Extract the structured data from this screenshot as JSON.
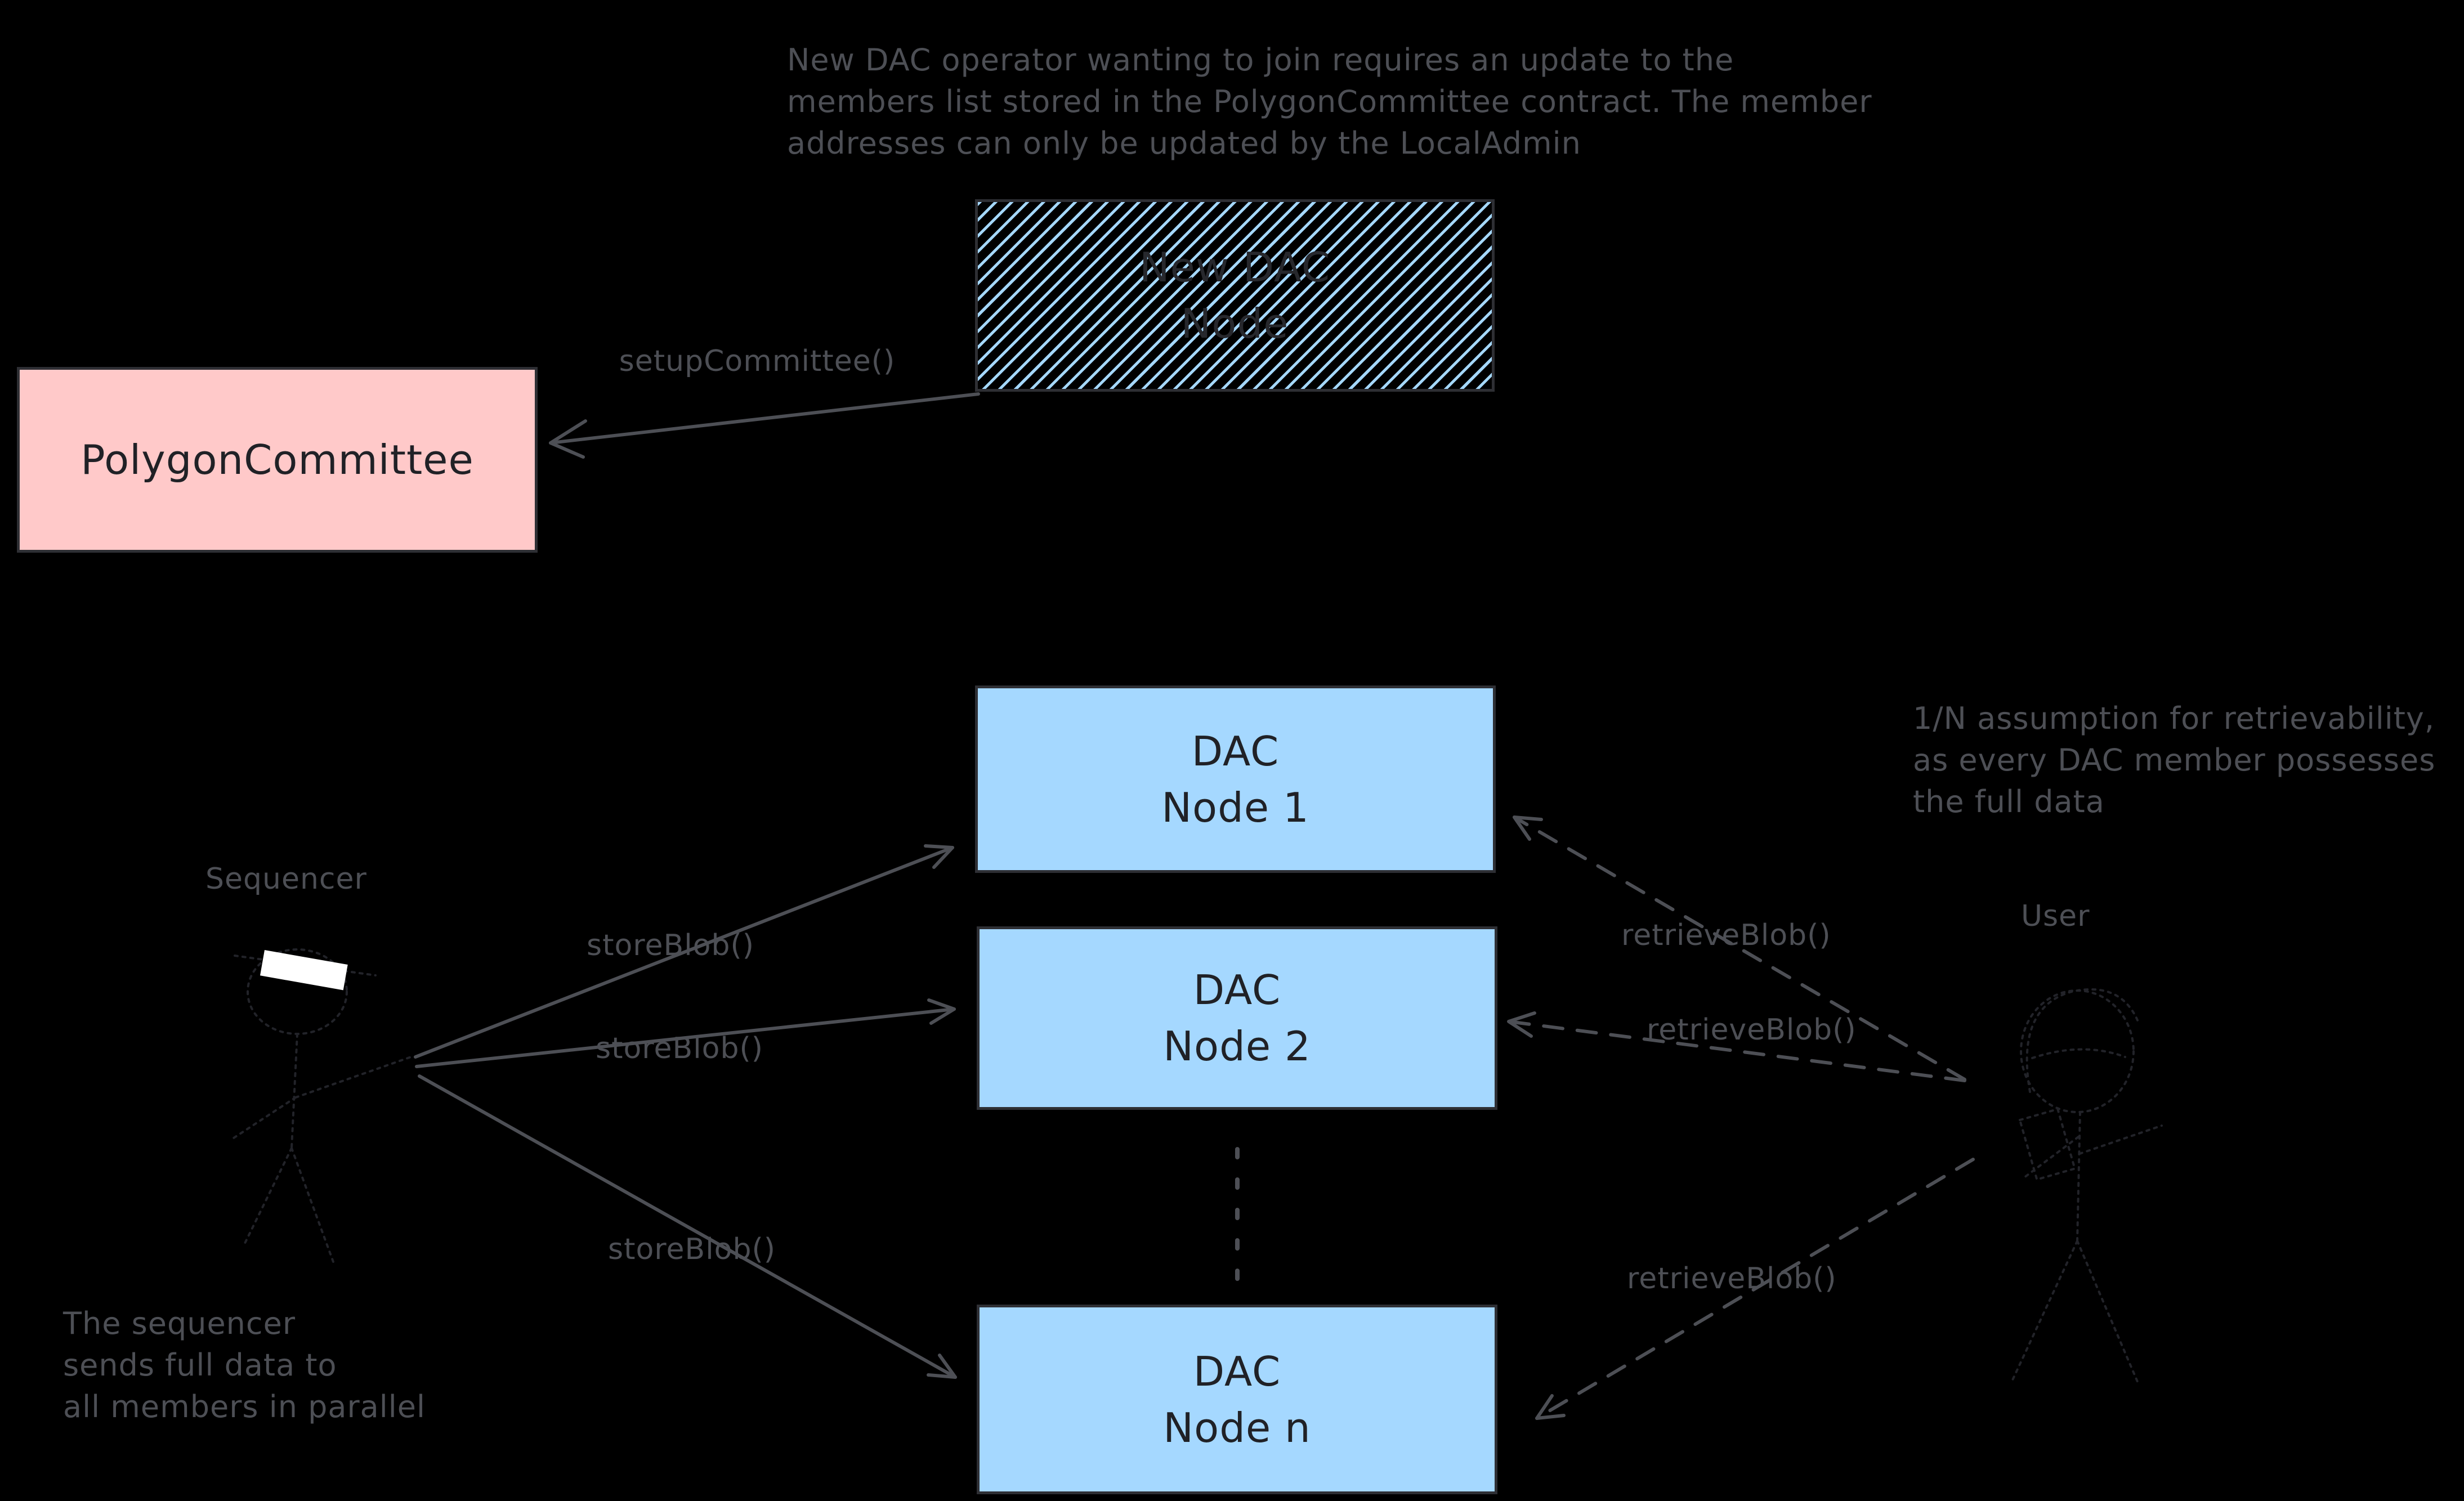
{
  "diagram": {
    "background": "#000000",
    "notes": {
      "top": {
        "lines": [
          "New DAC operator wanting to join requires an update to the",
          "members list stored in the PolygonCommittee contract. The member",
          "addresses can only be updated by the LocalAdmin"
        ]
      },
      "retrievability": {
        "lines": [
          "1/N assumption for retrievability,",
          "as every DAC member possesses",
          "the full data"
        ]
      },
      "sequencer": {
        "lines": [
          "The sequencer",
          "sends full data to",
          "all members in parallel"
        ]
      }
    },
    "nodes": {
      "new_dac_node": {
        "line1": "New DAC",
        "line2": "Node",
        "stripe_color": "#a5d8ff"
      },
      "polygon_committee": {
        "label": "PolygonCommittee",
        "fill": "#ffc9c9"
      },
      "dac_node_1": {
        "line1": "DAC",
        "line2": "Node 1",
        "fill": "#a5d8ff"
      },
      "dac_node_2": {
        "line1": "DAC",
        "line2": "Node 2",
        "fill": "#a5d8ff"
      },
      "dac_node_n": {
        "line1": "DAC",
        "line2": "Node n",
        "fill": "#a5d8ff"
      }
    },
    "actors": {
      "sequencer": {
        "label": "Sequencer"
      },
      "user": {
        "label": "User"
      }
    },
    "edges": {
      "setup_committee": {
        "label": "setupCommittee()",
        "style": "solid"
      },
      "store_blob_node1": {
        "label": "storeBlob()",
        "style": "solid"
      },
      "store_blob_node2": {
        "label": "storeBlob()",
        "style": "solid"
      },
      "store_blob_node_n": {
        "label": "storeBlob()",
        "style": "solid"
      },
      "retrieve_blob_node1": {
        "label": "retrieveBlob()",
        "style": "dashed"
      },
      "retrieve_blob_node2": {
        "label": "retrieveBlob()",
        "style": "dashed"
      },
      "retrieve_blob_node_n": {
        "label": "retrieveBlob()",
        "style": "dashed"
      }
    },
    "colors": {
      "annotation": "#4d4f55",
      "box_border": "#2e2f34",
      "box_text": "#202126",
      "pink": "#ffc9c9",
      "blue": "#a5d8ff",
      "hat": "#ffffff"
    }
  }
}
